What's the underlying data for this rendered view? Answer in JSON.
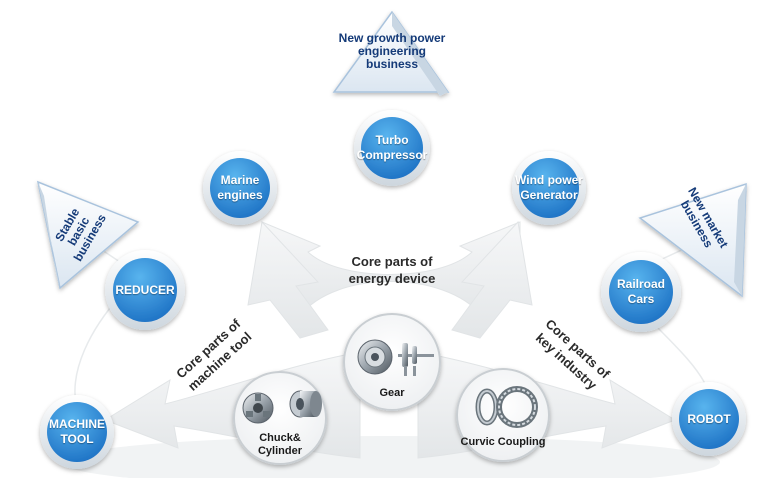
{
  "colors": {
    "bubble_dark": "#1a6ec2",
    "bubble_light": "#58b4ee",
    "bubble_ring": "#dfe7ee",
    "arrow_fill": "#eceeef",
    "triangle_text": "#143a78",
    "triangle_fill": "#eef5fb"
  },
  "triangles": {
    "top": "New growth power engineering business",
    "left": "Stable basic business",
    "right": "New market business"
  },
  "bubbles": {
    "turbo": "Turbo Compressor",
    "marine": "Marine engines",
    "wind": "Wind power Generator",
    "reducer": "REDUCER",
    "railroad": "Railroad Cars",
    "machine_tool": "MACHINE TOOL",
    "robot": "ROBOT"
  },
  "flow_labels": {
    "center": "Core parts of energy device",
    "left": "Core parts of machine tool",
    "right": "Core parts of key industry"
  },
  "parts": {
    "gear": "Gear",
    "chuck": "Chuck& Cylinder",
    "curvic": "Curvic Coupling"
  }
}
